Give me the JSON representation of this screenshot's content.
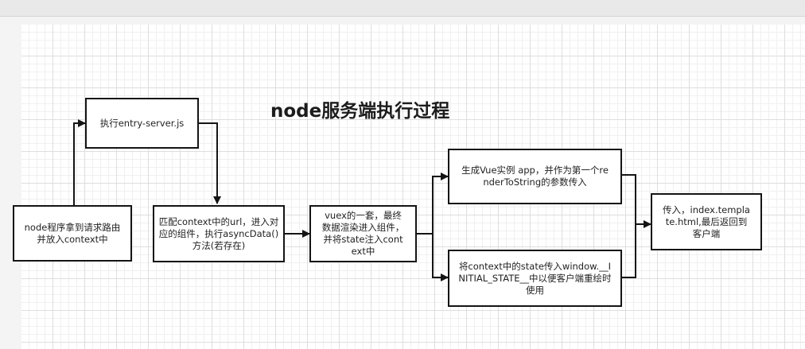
{
  "title": "node服务端执行过程",
  "nodes": {
    "node_receive": "node程序拿到请求路由并放入context中",
    "entry_server": "执行entry-server.js",
    "match_context": "匹配context中的url，进入对应的组件，执行asyncData()方法(若存在)",
    "vuex_render": "vuex的一套，最终数据渲染进入组件，并将state注入context中",
    "create_vue": "生成Vue实例 app，并作为第一个renderToString的参数传入",
    "state_window": "将context中的state传入window.__INITIAL_STATE__中以便客户端重绘时使用",
    "template_return": "传入，index.template.html,最后返回到客户端"
  },
  "colors": {
    "line": "#141414",
    "grid": "#dedede"
  }
}
